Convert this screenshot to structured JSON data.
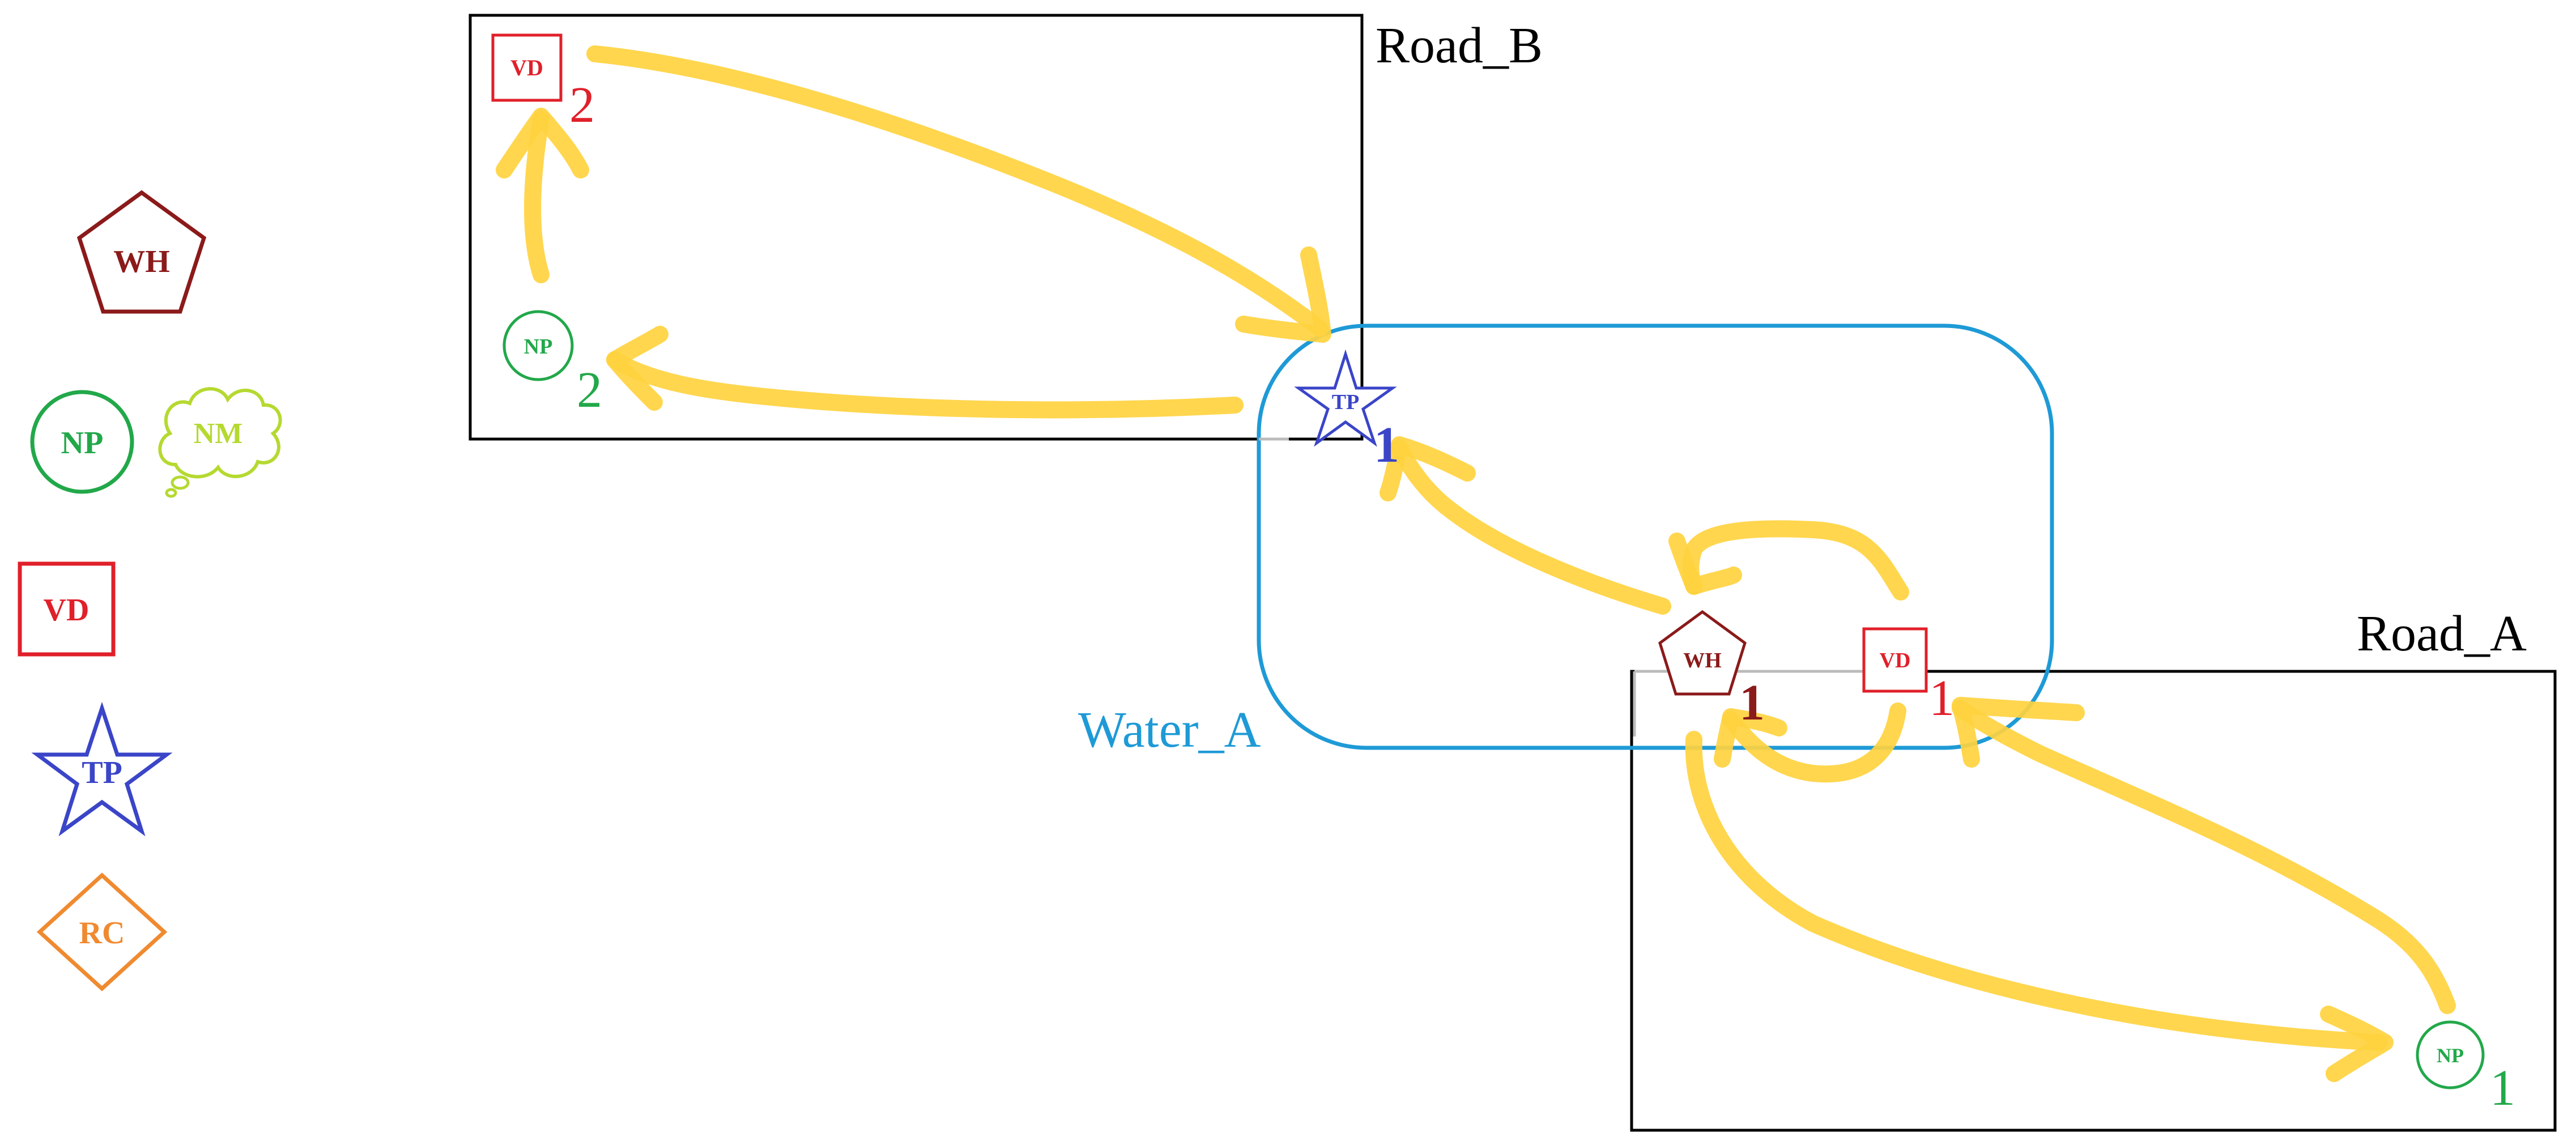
{
  "colors": {
    "wh": "#8B1A1A",
    "np": "#22A84A",
    "nm": "#B5D930",
    "vd": "#E0202A",
    "tp": "#3A45C8",
    "rc": "#F08A30",
    "water": "#1E9AD6",
    "road": "#000000",
    "arrow": "#FFD23F"
  },
  "legend": {
    "wh": "WH",
    "np": "NP",
    "nm": "NM",
    "vd": "VD",
    "tp": "TP",
    "rc": "RC"
  },
  "regions": {
    "road_b": "Road_B",
    "road_a": "Road_A",
    "water_a": "Water_A"
  },
  "nodes": {
    "vd2": {
      "label": "VD",
      "index": "2"
    },
    "np2": {
      "label": "NP",
      "index": "2"
    },
    "tp1": {
      "label": "TP",
      "index": "1"
    },
    "wh1": {
      "label": "WH",
      "index": "1"
    },
    "vd1": {
      "label": "VD",
      "index": "1"
    },
    "np1": {
      "label": "NP",
      "index": "1"
    }
  }
}
